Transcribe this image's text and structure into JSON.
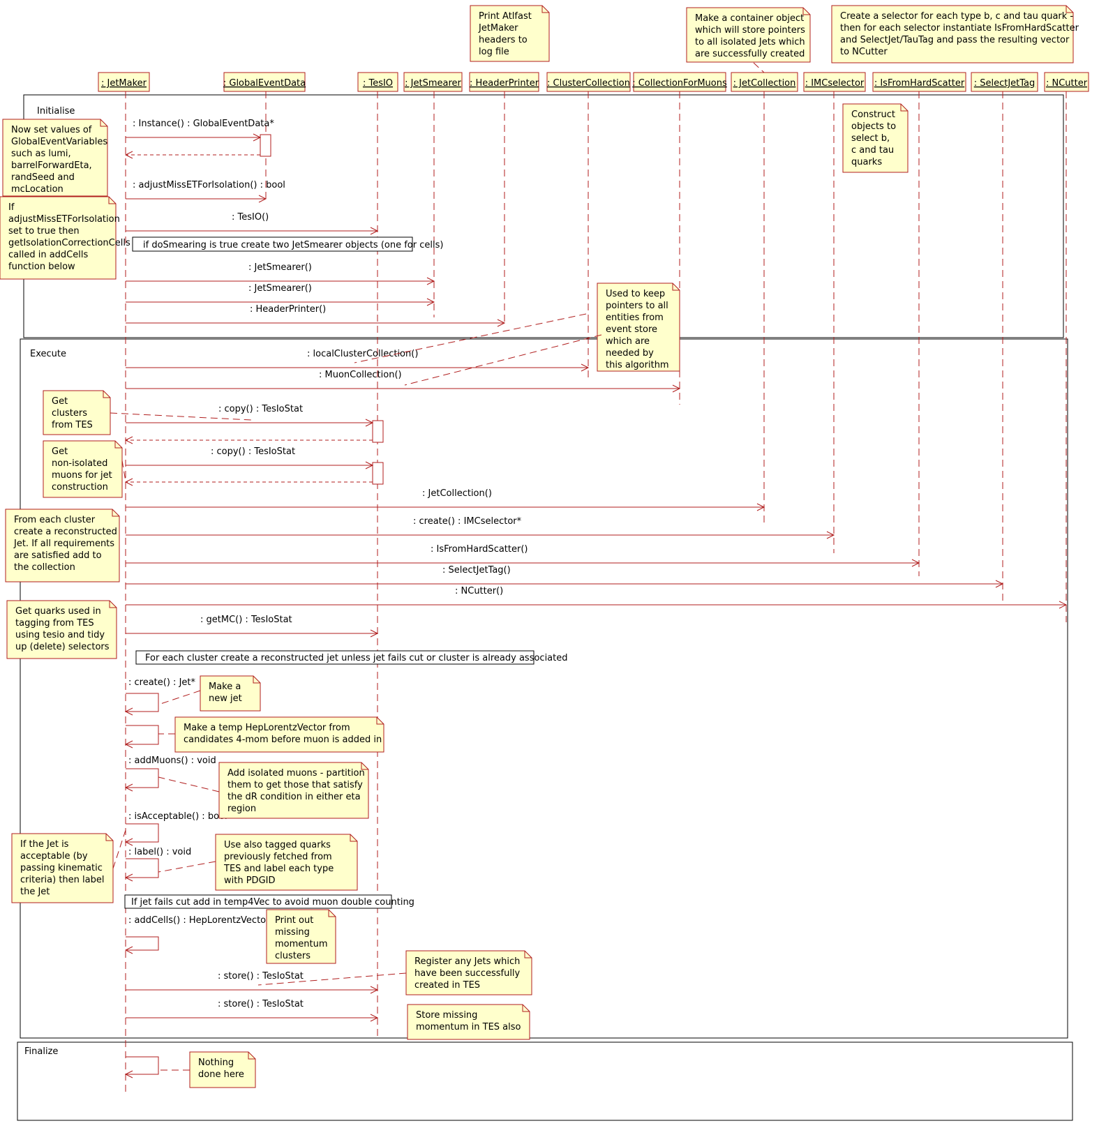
{
  "colors": {
    "line": "#b01e1e",
    "note_fill": "#ffffcc",
    "frame": "#000000",
    "text": "#000000"
  },
  "lifelines": [
    ": JetMaker",
    ": GlobalEventData",
    ": TesIO",
    ": JetSmearer",
    ": HeaderPrinter",
    ": ClusterCollection",
    ": CollectionForMuons",
    ": JetCollection",
    ": IMCselector",
    ": IsFromHardScatter",
    ": SelectJetTag",
    ": NCutter"
  ],
  "frames": [
    "Initialise",
    "Execute",
    "Finalize"
  ],
  "messages": [
    ": Instance() : GlobalEventData*",
    ": adjustMissETForIsolation() : bool",
    ": TesIO()",
    ": JetSmearer()",
    ": JetSmearer()",
    ": HeaderPrinter()",
    ": localClusterCollection()",
    ": MuonCollection()",
    ": copy() : TesIoStat",
    ": copy() : TesIoStat",
    ": JetCollection()",
    ": create() : IMCselector*",
    ": IsFromHardScatter()",
    ": SelectJetTag()",
    ": NCutter()",
    ": getMC() : TesIoStat",
    ": create() : Jet*",
    ": addMuons() : void",
    ": isAcceptable() : bool",
    ": label() : void",
    ": addCells() : HepLorentzVector",
    ": store() : TesIoStat",
    ": store() : TesIoStat"
  ],
  "conditions": [
    "if doSmearing is true create two JetSmearer objects (one for cells)",
    "For each cluster create a reconstructed jet unless jet fails cut or cluster is already associated",
    "If jet fails cut add in temp4Vec to avoid muon double counting"
  ],
  "notes": [
    [
      "Print Atlfast",
      "JetMaker",
      "headers to",
      "log file"
    ],
    [
      "Make a container object",
      "which will store pointers",
      "to all isolated Jets which",
      "are successfully created"
    ],
    [
      "Create a selector for each type b, c and tau quark -",
      "then for each selector instantiate IsFromHardScatter",
      "and SelectJet/TauTag and pass the resulting vector",
      "to NCutter"
    ],
    [
      "Now set values of",
      "GlobalEventVariables",
      "such as lumi,",
      "barrelForwardEta,",
      "randSeed and",
      "mcLocation"
    ],
    [
      "If",
      "adjustMissETForIsolation",
      "set to true then",
      "getIsolationCorrectionCells",
      "called in addCells",
      "function below"
    ],
    [
      "Construct",
      "objects to",
      "select b,",
      "c and tau",
      "quarks"
    ],
    [
      "Used to keep",
      "pointers to all",
      "entities from",
      "event store",
      "which are",
      "needed by",
      "this algorithm"
    ],
    [
      "Get",
      "clusters",
      "from TES"
    ],
    [
      "Get",
      "non-isolated",
      "muons for jet",
      "construction"
    ],
    [
      "From each cluster",
      "create a reconstructed",
      "Jet. If all requirements",
      "are satisfied add to",
      "the collection"
    ],
    [
      "Get quarks used in",
      "tagging from TES",
      "using tesio and tidy",
      "up (delete) selectors"
    ],
    [
      "Make a",
      "new jet"
    ],
    [
      "Make a temp HepLorentzVector from",
      "candidates 4-mom before muon is added in"
    ],
    [
      "Add isolated muons - partition",
      "them to get those that satisfy",
      "the dR condition in either eta",
      "region"
    ],
    [
      "If the Jet is",
      "acceptable (by",
      "passing kinematic",
      "criteria) then label",
      "the Jet"
    ],
    [
      "Use also tagged quarks",
      "previously fetched from",
      "TES and label each type",
      "with PDGID"
    ],
    [
      "Print out",
      "missing",
      "momentum",
      "clusters"
    ],
    [
      "Register any Jets which",
      "have been successfully",
      "created in TES"
    ],
    [
      "Store missing",
      "momentum in TES also"
    ],
    [
      "Nothing",
      "done here"
    ]
  ]
}
